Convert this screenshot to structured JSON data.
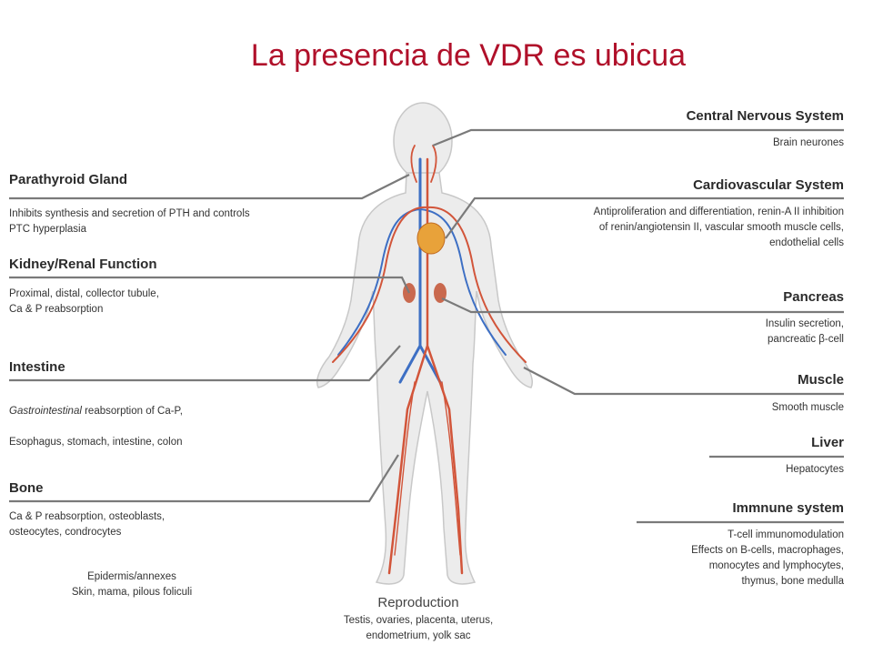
{
  "title": "La presencia de VDR es ubicua",
  "colors": {
    "title": "#b0102a",
    "leader_line": "#7a7a7a",
    "body_fill": "#ececec",
    "artery": "#d2553a",
    "vein": "#3d6fc4",
    "heart": "#e8a23a",
    "kidney": "#c9694e"
  },
  "labels": {
    "cns": {
      "head": "Central Nervous System",
      "desc": "Brain neurones"
    },
    "cardio": {
      "head": "Cardiovascular System",
      "desc": "Antiproliferation and  differentiation, renin-A II inhibition\nof renin/angiotensin II, vascular smooth  muscle cells,\nendothelial cells"
    },
    "parathyroid": {
      "head": "Parathyroid Gland",
      "desc": "Inhibits synthesis and secretion of PTH and controls\nPTC hyperplasia"
    },
    "kidney": {
      "head": "Kidney/Renal Function",
      "desc": "Proximal, distal, collector tubule,\nCa & P reabsorption"
    },
    "pancreas": {
      "head": "Pancreas",
      "desc": "Insulin secretion,\npancreatic β-cell"
    },
    "intestine": {
      "head": "Intestine",
      "desc_italic": "Gastrointestinal",
      "desc_rest": " reabsorption of Ca-P,",
      "desc2": "Esophagus, stomach, intestine, colon"
    },
    "muscle": {
      "head": "Muscle",
      "desc": "Smooth muscle"
    },
    "liver": {
      "head": "Liver",
      "desc": "Hepatocytes"
    },
    "bone": {
      "head": "Bone",
      "desc": "Ca & P reabsorption, osteoblasts,\nosteocytes, condrocytes"
    },
    "immune": {
      "head": "Immnune system",
      "desc": "T-cell immunomodulation\nEffects on B-cells, macrophages,\nmonocytes and lymphocytes,\nthymus, bone medulla"
    },
    "epidermis": {
      "desc": "Epidermis/annexes\nSkin, mama, pilous foliculi"
    },
    "reproduction": {
      "head": "Reproduction",
      "desc": "Testis, ovaries, placenta, uterus,\nendometrium,  yolk sac"
    }
  }
}
